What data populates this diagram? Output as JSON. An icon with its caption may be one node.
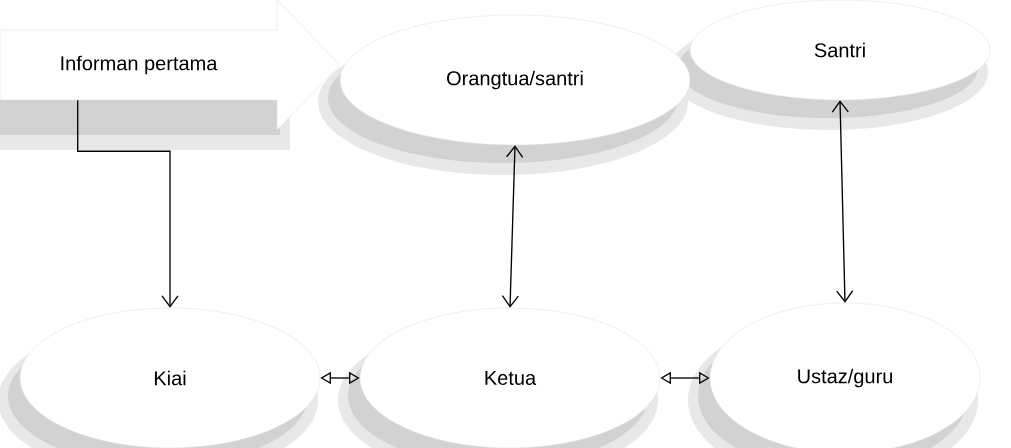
{
  "diagram": {
    "nodes": [
      {
        "text": [
          "Informan pertama"
        ]
      },
      {
        "text": [
          "Orangtua/santri"
        ]
      },
      {
        "text": [
          "Santri"
        ]
      },
      {
        "text": [
          "Kiai"
        ]
      },
      {
        "text": [
          "Ketua"
        ]
      },
      {
        "text": [
          "Ustaz/guru"
        ]
      }
    ],
    "edges": [
      {
        "from": 0,
        "to": 3,
        "arrow": "to"
      },
      {
        "from": 1,
        "to": 4,
        "arrow": "both"
      },
      {
        "from": 2,
        "to": 5,
        "arrow": "both"
      },
      {
        "from": 3,
        "to": 4,
        "arrow": "both"
      },
      {
        "from": 4,
        "to": 5,
        "arrow": "both"
      }
    ]
  }
}
